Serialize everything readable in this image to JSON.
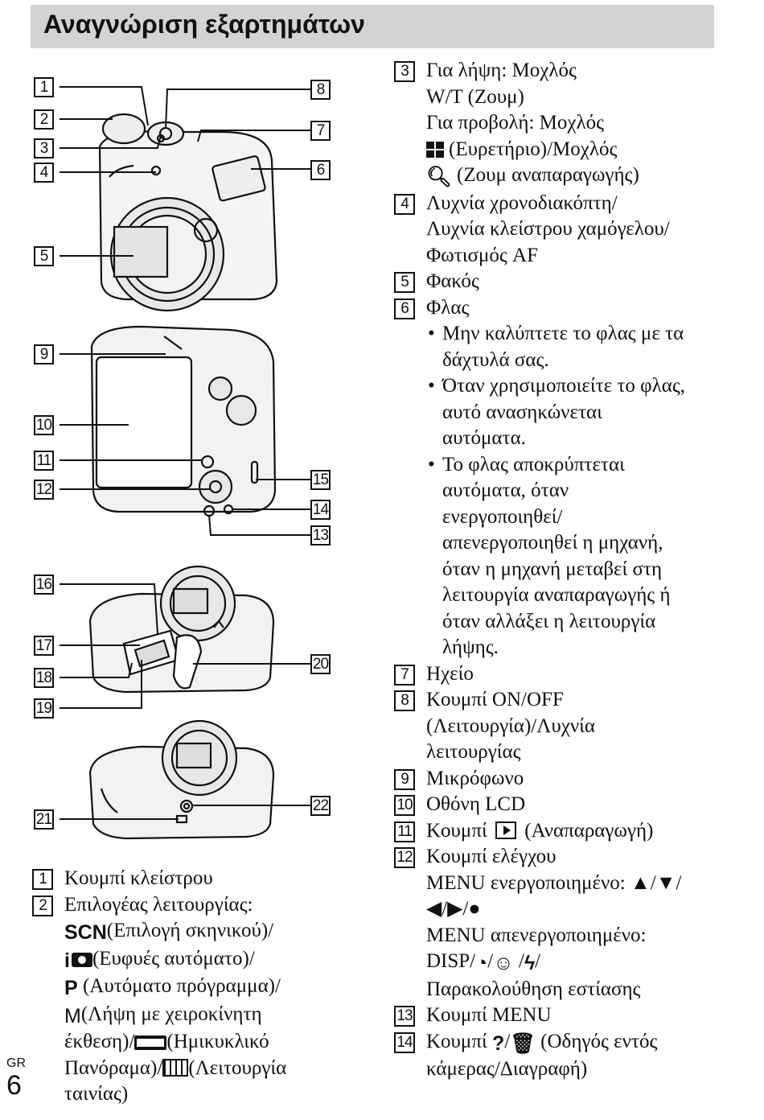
{
  "header": {
    "title": "Αναγνώριση εξαρτημάτων"
  },
  "diagram": {
    "callouts": [
      "1",
      "2",
      "3",
      "4",
      "5",
      "6",
      "7",
      "8",
      "9",
      "10",
      "11",
      "12",
      "13",
      "14",
      "15",
      "16",
      "17",
      "18",
      "19",
      "20",
      "21",
      "22"
    ]
  },
  "entries_right": [
    {
      "num": "3",
      "lines": [
        "Για λήψη: Μοχλός",
        "W/T (Ζουμ)",
        "Για προβολή: Μοχλός",
        "(Ευρετήριο)/Μοχλός",
        "(Ζουμ αναπαραγωγής)"
      ]
    },
    {
      "num": "4",
      "lines": [
        "Λυχνία χρονοδιακόπτη/",
        "Λυχνία κλείστρου χαμόγελου/",
        "Φωτισμός AF"
      ]
    },
    {
      "num": "5",
      "lines": [
        "Φακός"
      ]
    },
    {
      "num": "6",
      "lines": [
        "Φλας"
      ],
      "bullets": [
        [
          "Μην καλύπτετε το φλας με τα",
          "δάχτυλά σας."
        ],
        [
          "Όταν χρησιμοποιείτε το φλας,",
          "αυτό ανασηκώνεται",
          "αυτόματα."
        ],
        [
          "Το φλας αποκρύπτεται",
          "αυτόματα, όταν",
          "ενεργοποιηθεί/",
          "απενεργοποιηθεί η μηχανή,",
          "όταν η μηχανή μεταβεί στη",
          "λειτουργία αναπαραγωγής ή",
          "όταν αλλάξει η λειτουργία",
          "λήψης."
        ]
      ]
    },
    {
      "num": "7",
      "lines": [
        "Ηχείο"
      ]
    },
    {
      "num": "8",
      "lines": [
        "Κουμπί ON/OFF",
        "(Λειτουργία)/Λυχνία",
        "λειτουργίας"
      ]
    },
    {
      "num": "9",
      "lines": [
        "Μικρόφωνο"
      ]
    },
    {
      "num": "10",
      "lines": [
        "Οθόνη LCD"
      ]
    },
    {
      "num": "11",
      "lines": [
        "Κουμπί",
        "(Αναπαραγωγή)"
      ]
    },
    {
      "num": "12",
      "lines": [
        "Κουμπί ελέγχου",
        "MENU ενεργοποιημένο: ▲/▼/",
        "◀/▶/●",
        "MENU απενεργοποιημένο:",
        "DISP/",
        "/",
        " /",
        "/",
        "Παρακολούθηση εστίασης"
      ]
    },
    {
      "num": "13",
      "lines": [
        "Κουμπί MENU"
      ]
    },
    {
      "num": "14",
      "lines": [
        "Κουμπί",
        "?",
        "/",
        " (Οδηγός εντός",
        "κάμερας/Διαγραφή)"
      ]
    }
  ],
  "entries_left": [
    {
      "num": "1",
      "lines": [
        "Κουμπί κλείστρου"
      ]
    },
    {
      "num": "2",
      "lines": [
        "Επιλογέας λειτουργίας:",
        "SCN",
        "(Επιλογή σκηνικού)/",
        "i",
        "(Ευφυές αυτόματο)/",
        "P",
        " (Αυτόματο πρόγραμμα)/",
        "M",
        "(Λήψη με χειροκίνητη",
        "έκθεση)/",
        "(Ημικυκλικό",
        "Πανόραμα)/",
        "(Λειτουργία",
        "ταινίας)"
      ]
    }
  ],
  "footer": {
    "lang": "GR",
    "page": "6"
  }
}
